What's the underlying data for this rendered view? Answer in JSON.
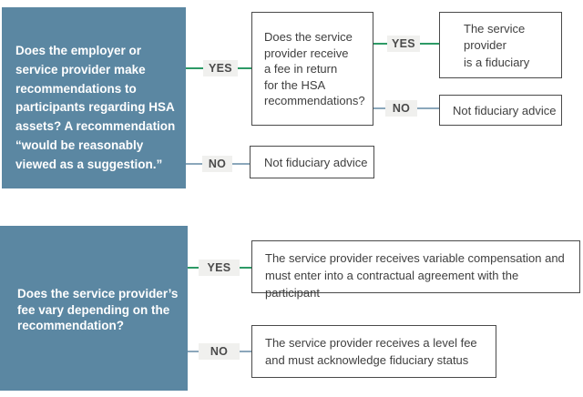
{
  "colors": {
    "background": "#ffffff",
    "panel_blue": "#5b87a2",
    "panel_text": "#ffffff",
    "connector_green": "#2d9a66",
    "connector_blue": "#8ba7bb",
    "label_bg": "#f0f0ee",
    "label_text": "#4a4a4a",
    "box_border": "#4a4a4a",
    "box_text": "#3f3f3f"
  },
  "flow1": {
    "question": {
      "lines": [
        "Does the employer or",
        "service provider make",
        "recommendations to",
        "participants regarding HSA",
        "assets? A recommendation",
        "“would be reasonably",
        "viewed as a suggestion.”"
      ]
    },
    "yes_label": "YES",
    "no_label": "NO",
    "branch_question": {
      "lines": [
        "Does the service",
        "provider receive",
        "a fee in return",
        "for the HSA",
        "recommendations?"
      ]
    },
    "branch_yes_label": "YES",
    "branch_no_label": "NO",
    "outcome_fiduciary": {
      "lines": [
        "The service",
        "provider",
        "is a fiduciary"
      ]
    },
    "outcome_not_fiduciary_right": "Not fiduciary advice",
    "outcome_not_fiduciary_lower": "Not fiduciary advice"
  },
  "flow2": {
    "question": {
      "lines": [
        "Does the service provider’s",
        "fee vary depending on the",
        "recommendation?"
      ]
    },
    "yes_label": "YES",
    "no_label": "NO",
    "outcome_yes": {
      "lines": [
        "The service provider receives variable compensation and",
        "must enter into a contractual agreement with the participant"
      ]
    },
    "outcome_no": {
      "lines": [
        "The service provider receives a level fee",
        "and must acknowledge fiduciary status"
      ]
    }
  }
}
